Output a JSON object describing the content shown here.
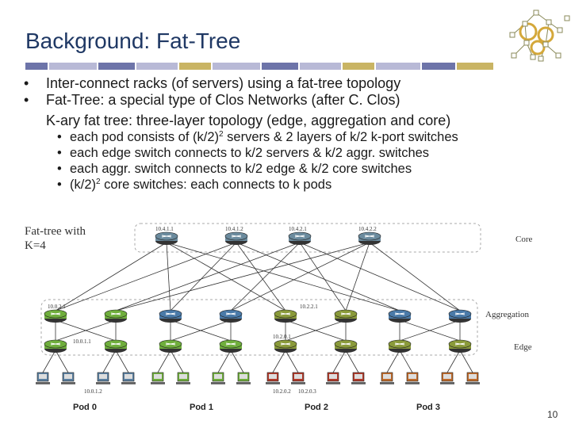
{
  "title": "Background: Fat-Tree",
  "colors": {
    "title": "#1f3864",
    "stripe_light": "#b8b9d6",
    "stripe_dark": "#6d74a9",
    "stripe_gold": "#c9b464",
    "core_switch": "#6b8b9e",
    "agg_switch": "#4a7aa8",
    "pod0_green": "#6fae3c",
    "pod2_olive": "#8a9a3a",
    "red_host": "#b23a2a",
    "orange_host": "#c06a2a",
    "host_blue": "#5a7fa0"
  },
  "bullets": [
    {
      "text": "Inter-connect racks (of servers) using a fat-tree topology"
    },
    {
      "text": "Fat-Tree: a special type of Clos Networks (after C. Clos)"
    }
  ],
  "kary": "K-ary fat tree: three-layer topology (edge, aggregation and core)",
  "sub_bullets": [
    {
      "pre": "each pod consists of (k/2)",
      "sup": "2",
      "post": " servers & 2 layers of k/2 k-port switches"
    },
    {
      "pre": "each edge switch connects to k/2 servers & k/2 aggr. switches",
      "sup": "",
      "post": ""
    },
    {
      "pre": "each aggr. switch connects to k/2 edge & k/2 core switches",
      "sup": "",
      "post": ""
    },
    {
      "pre": "(k/2)",
      "sup": "2",
      "post": " core switches: each connects to k pods"
    }
  ],
  "bullet_glyph": "•",
  "fat_tree_label": "Fat-tree with K=4",
  "layers": {
    "core": "Core",
    "aggregation": "Aggregation",
    "edge": "Edge"
  },
  "core_switches": [
    "10.4.1.1",
    "10.4.1.2",
    "10.4.2.1",
    "10.4.2.2"
  ],
  "pods": [
    "Pod 0",
    "Pod 1",
    "Pod 2",
    "Pod 3"
  ],
  "address_labels": [
    "10.0.2.1",
    "10.0.1.1",
    "10.0.1.2",
    "10.2.2.1",
    "10.2.0.1",
    "10.2.0.2",
    "10.2.0.3"
  ],
  "page_number": "10"
}
